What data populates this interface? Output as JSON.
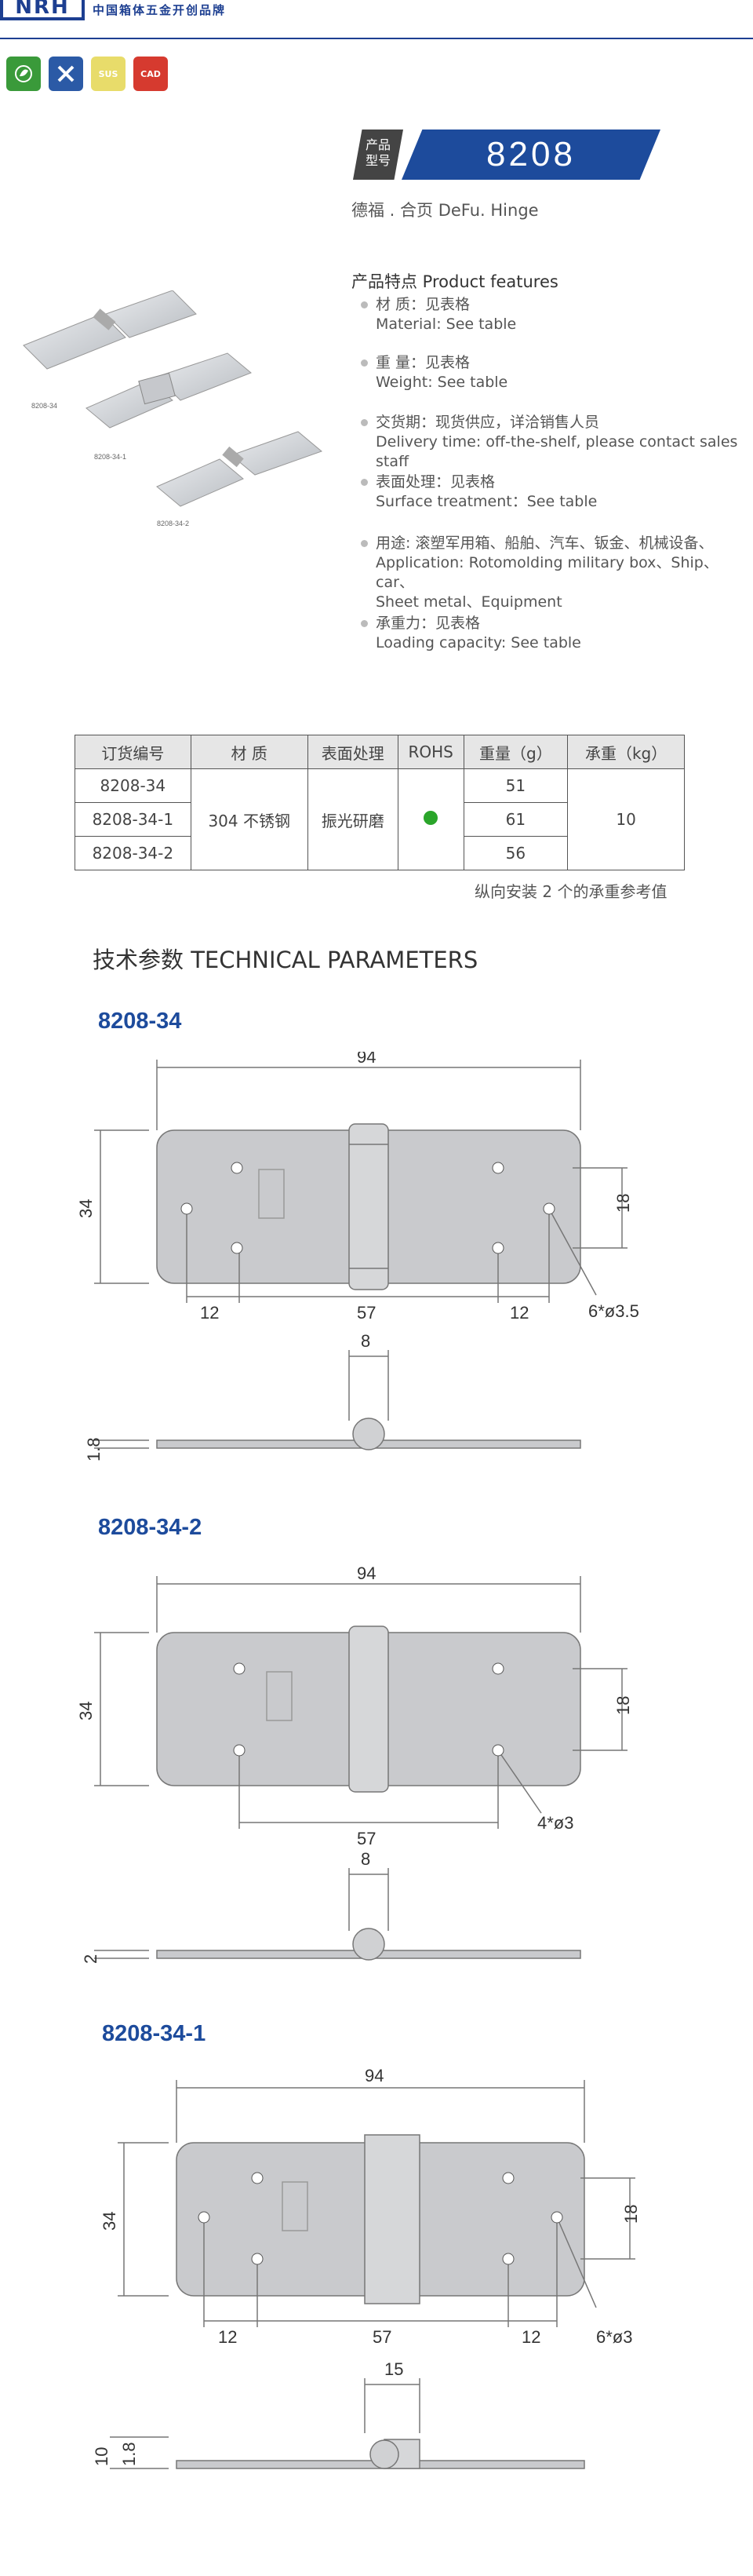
{
  "header": {
    "logo": "NRH",
    "brand_text": "中国箱体五金开创品牌"
  },
  "badges": [
    {
      "label": "",
      "color": "#3a9a3a",
      "icon": "leaf-icon"
    },
    {
      "label": "",
      "color": "#2b5aa6",
      "icon": "tools-icon"
    },
    {
      "label": "SUS",
      "color": "#e8dc6a"
    },
    {
      "label": "CAD",
      "color": "#d63a2f"
    }
  ],
  "product": {
    "model_label": "产品\n型号",
    "model_label_1": "产品",
    "model_label_2": "型号",
    "model_number": "8208",
    "name": "德福 . 合页     DeFu. Hinge"
  },
  "features": {
    "title": "产品特点 Product features",
    "items": [
      {
        "cn": "材  质：见表格",
        "en": "Material: See table"
      },
      {
        "cn": "重  量：见表格",
        "en": "Weight: See table"
      },
      {
        "cn": "交货期：现货供应，详洽销售人员",
        "en": "Delivery time: off-the-shelf, please contact sales staff"
      },
      {
        "cn": "表面处理：见表格",
        "en": "Surface treatment：See table"
      },
      {
        "cn": "用途: 滚塑军用箱、船舶、汽车、钣金、机械设备、",
        "en": "Application: Rotomolding military box、Ship、car、",
        "en2": "Sheet metal、Equipment"
      },
      {
        "cn": "承重力：见表格",
        "en": "Loading capacity: See table"
      }
    ]
  },
  "photo_labels": [
    "8208-34",
    "8208-34-1",
    "8208-34-2"
  ],
  "table": {
    "headers": [
      "订货编号",
      "材   质",
      "表面处理",
      "ROHS",
      "重量（g）",
      "承重（kg）"
    ],
    "rows": [
      {
        "code": "8208-34",
        "weight": "51"
      },
      {
        "code": "8208-34-1",
        "weight": "61"
      },
      {
        "code": "8208-34-2",
        "weight": "56"
      }
    ],
    "material": "304 不锈钢",
    "surface": "振光研磨",
    "load": "10",
    "note": "纵向安装 2 个的承重参考值"
  },
  "tech": {
    "title": "技术参数  TECHNICAL PARAMETERS",
    "drawings": [
      {
        "model": "8208-34",
        "length": "94",
        "width": "34",
        "hole_spacing": "18",
        "edge1": "12",
        "center": "57",
        "edge2": "12",
        "holes": "6*ø3.5",
        "knuckle": "8",
        "thickness": "1.8"
      },
      {
        "model": "8208-34-2",
        "length": "94",
        "width": "34",
        "hole_spacing": "18",
        "center": "57",
        "holes": "4*ø3",
        "knuckle": "8",
        "thickness": "2"
      },
      {
        "model": "8208-34-1",
        "length": "94",
        "width": "34",
        "hole_spacing": "18",
        "edge1": "12",
        "center": "57",
        "edge2": "12",
        "holes": "6*ø3",
        "knuckle": "15",
        "thickness": "1.8",
        "height": "10"
      }
    ]
  }
}
